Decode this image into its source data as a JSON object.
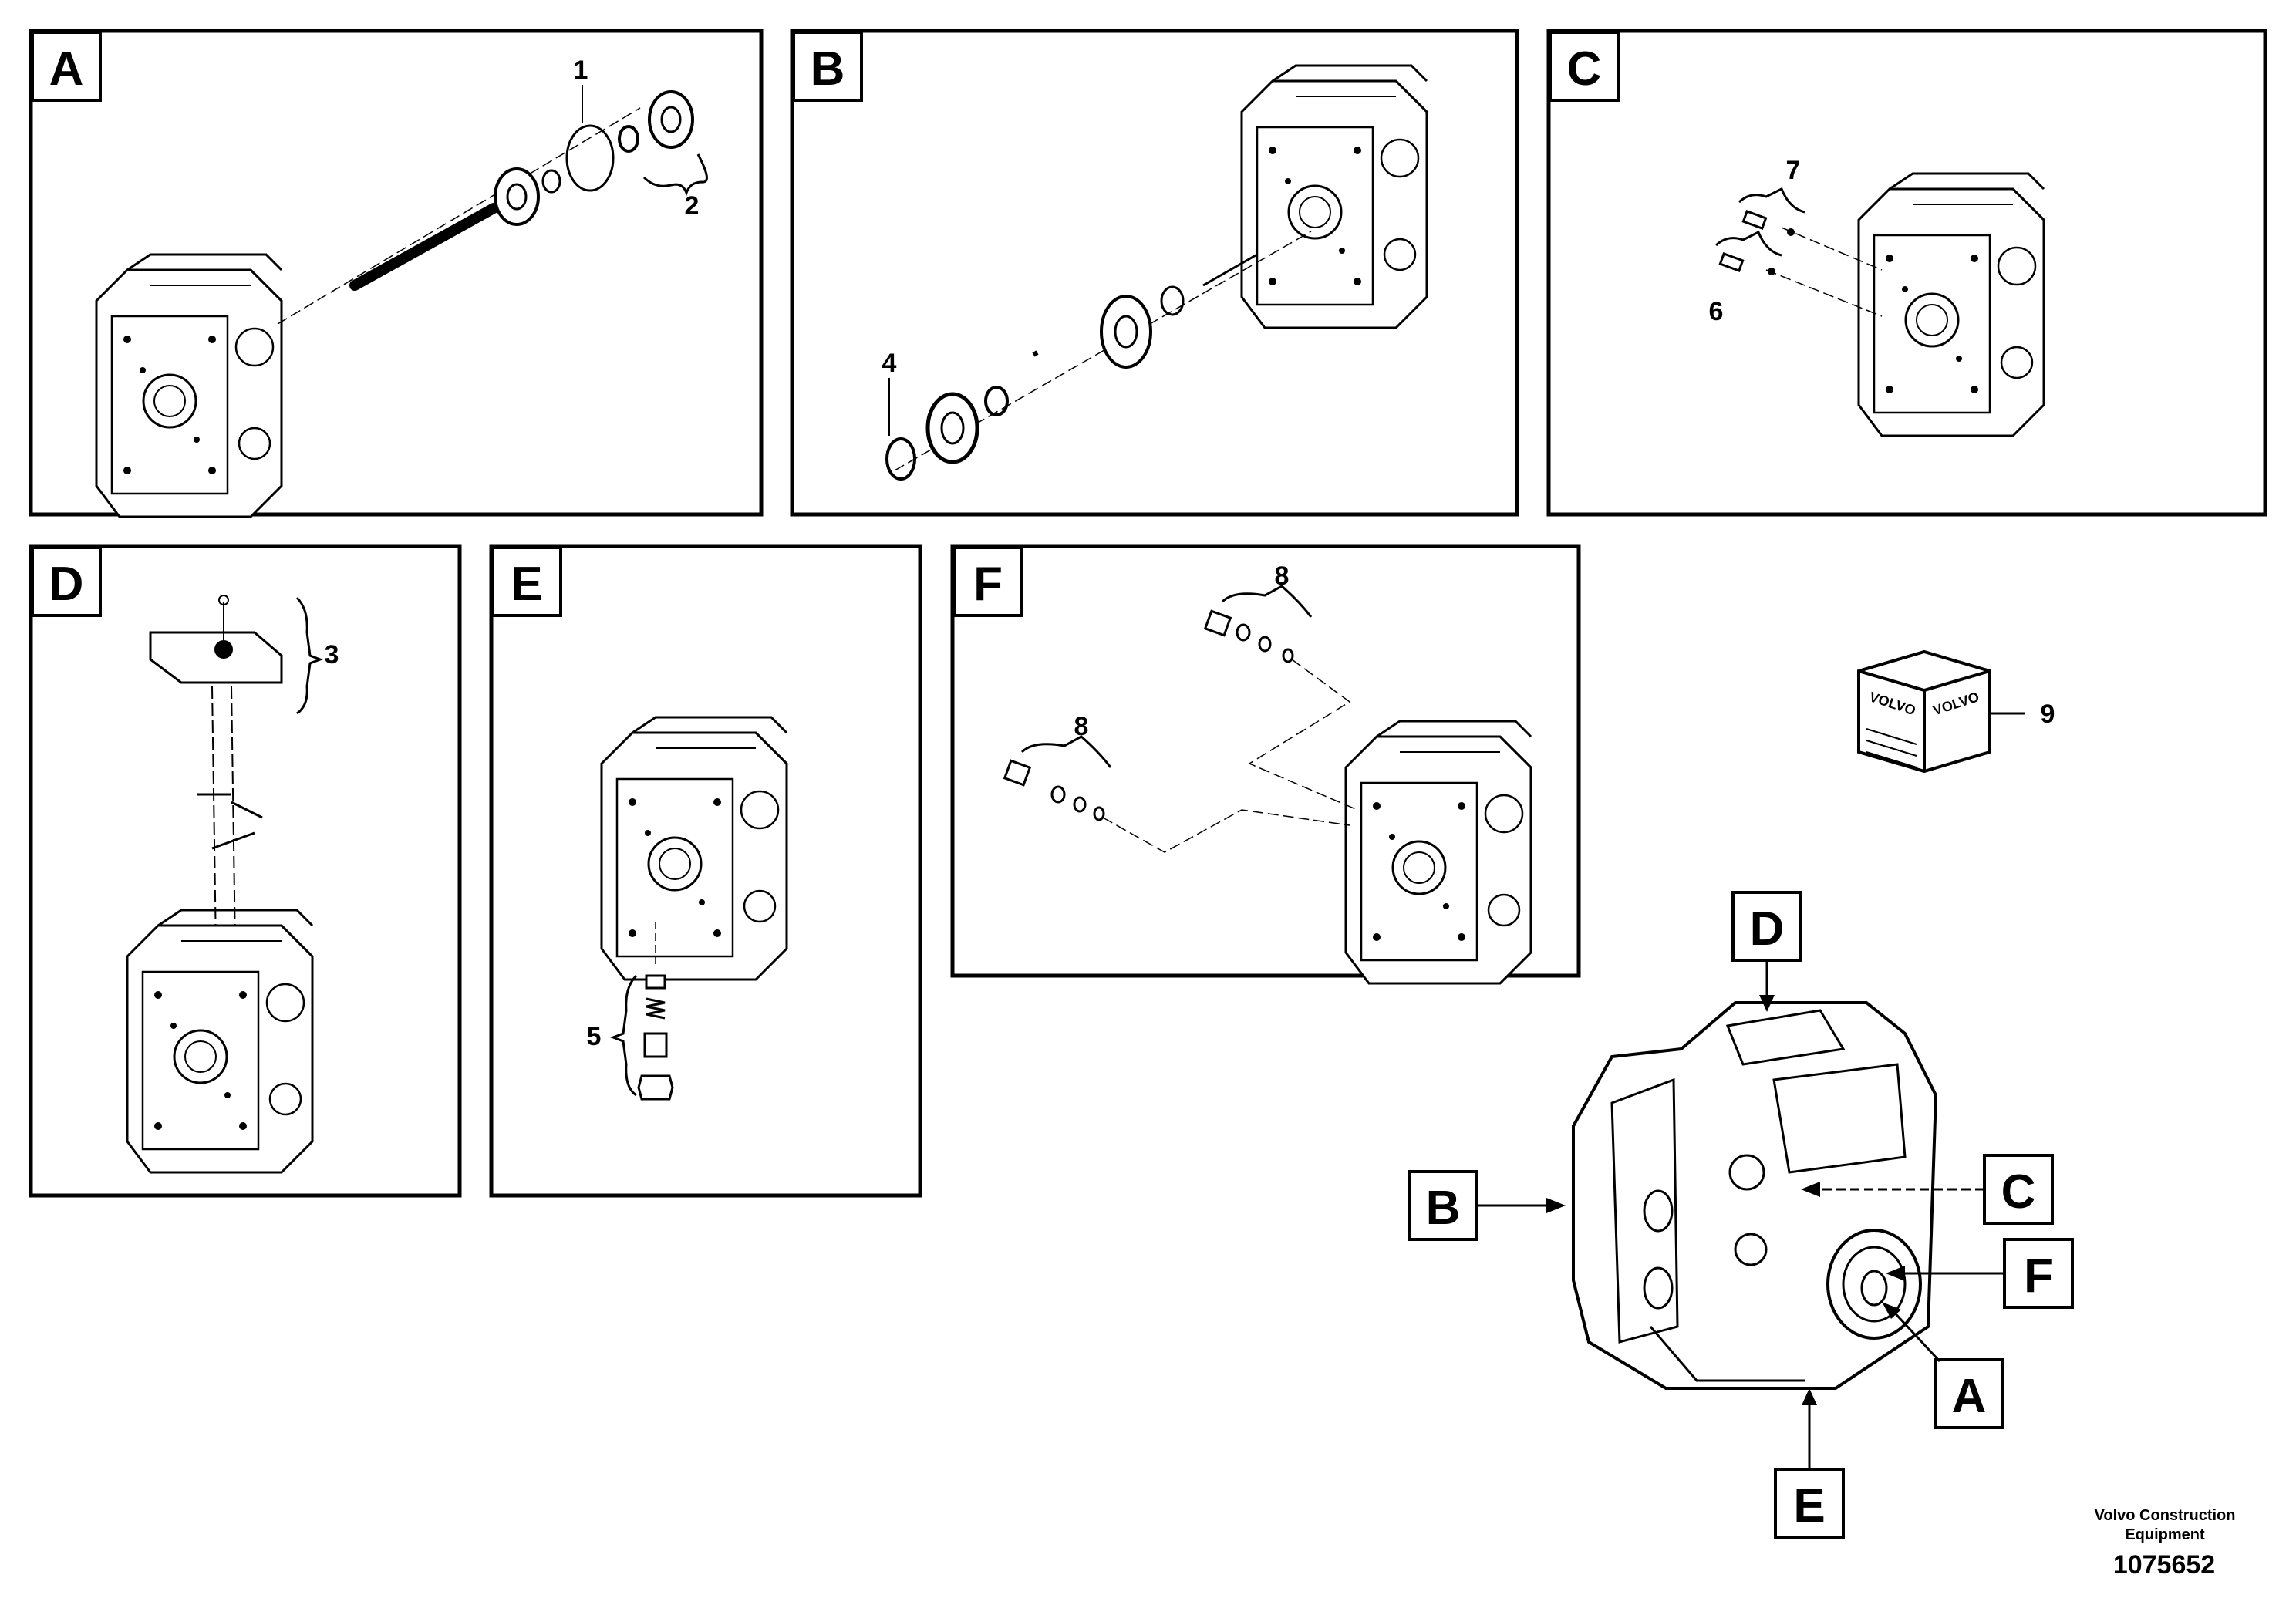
{
  "panels": {
    "a": {
      "label": "A",
      "callouts": [
        "1",
        "2"
      ]
    },
    "b": {
      "label": "B",
      "callouts": [
        "4"
      ]
    },
    "c": {
      "label": "C",
      "callouts": [
        "7",
        "6"
      ]
    },
    "d": {
      "label": "D",
      "callouts": [
        "3"
      ]
    },
    "e": {
      "label": "E",
      "callouts": [
        "5"
      ]
    },
    "f": {
      "label": "F",
      "callouts": [
        "8",
        "8"
      ]
    }
  },
  "kit": {
    "callout": "9",
    "box_text": "VOLVO"
  },
  "overview": {
    "pointers": [
      "D",
      "B",
      "C",
      "F",
      "A",
      "E"
    ]
  },
  "footer": {
    "line1": "Volvo Construction",
    "line2": "Equipment",
    "ref": "1075652"
  }
}
